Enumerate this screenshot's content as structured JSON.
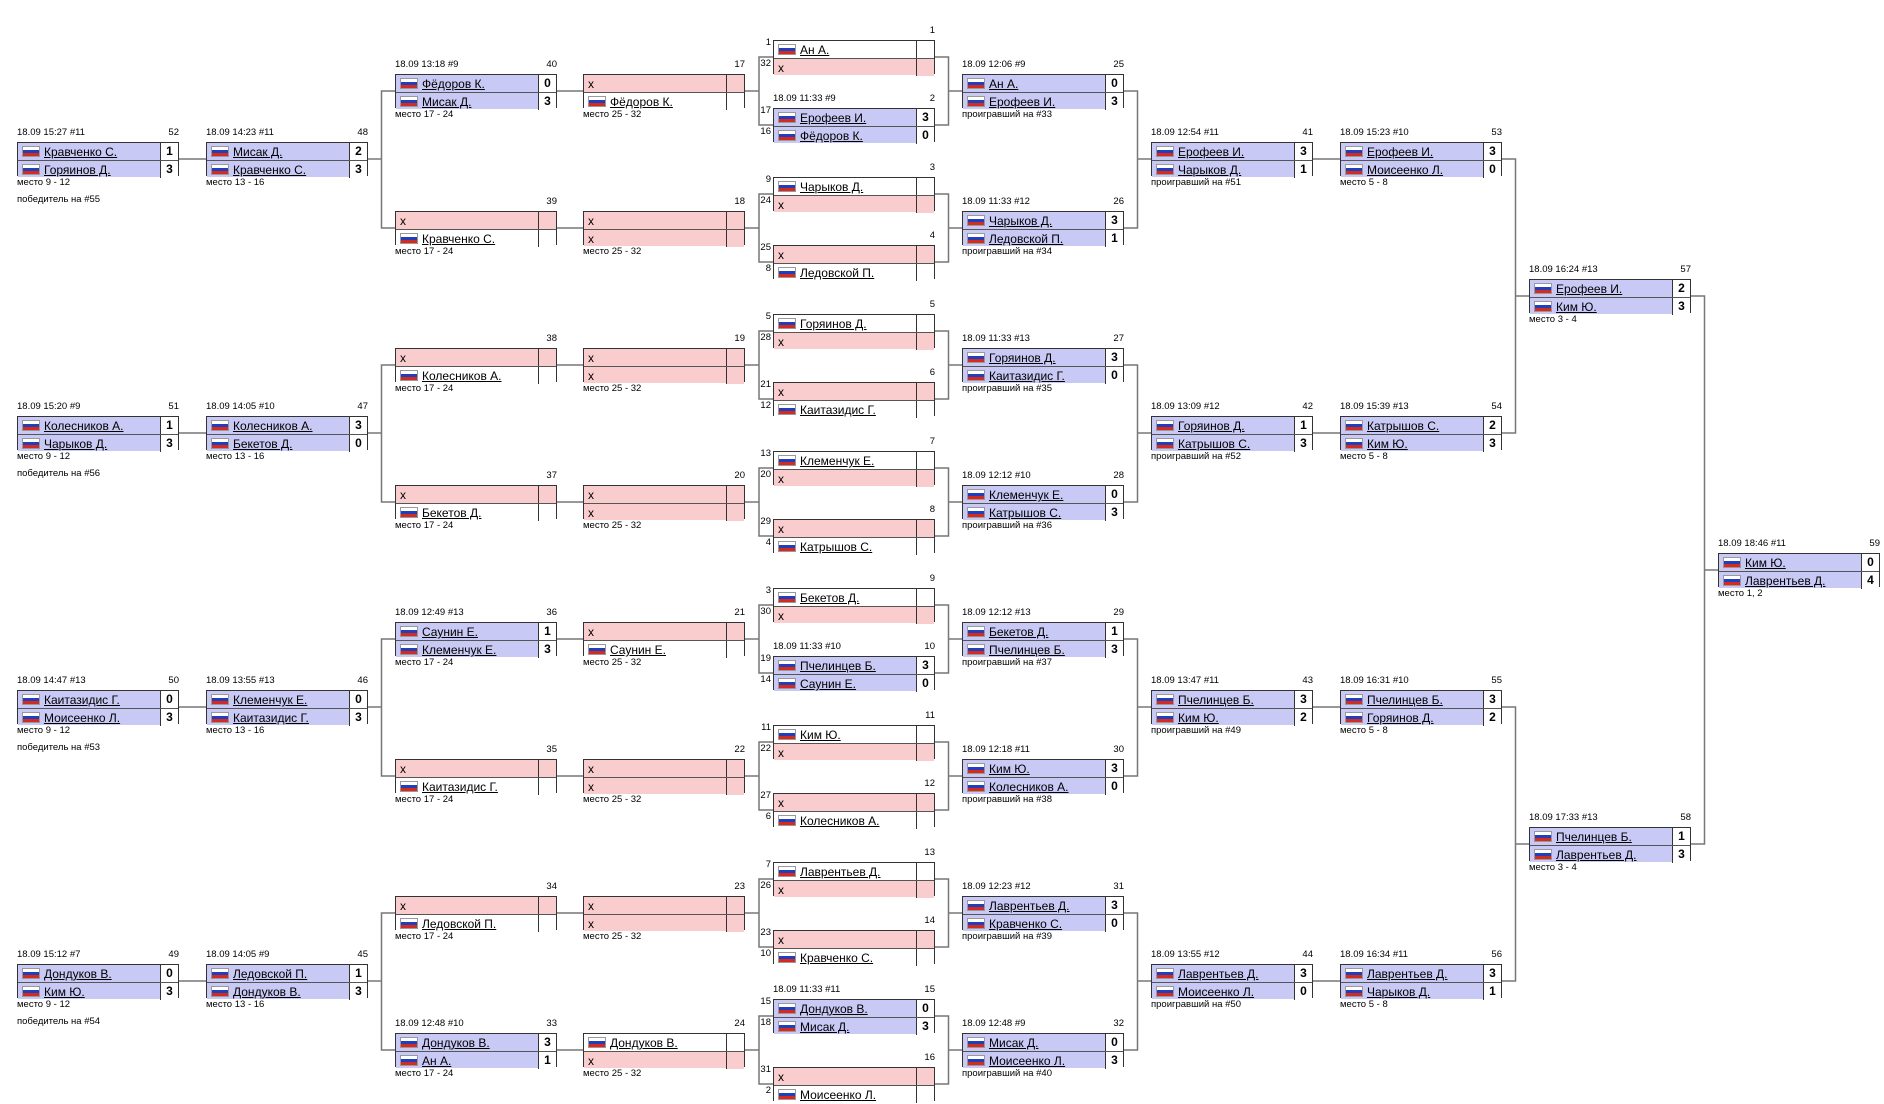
{
  "flag_colors": {
    "top": "#ffffff",
    "middle": "#1f3fbf",
    "bottom": "#d52b1e"
  },
  "colors": {
    "played": "#c9c9f5",
    "bye": "#f9cdcd",
    "line": "#777777"
  },
  "matches": [
    {
      "id": "1",
      "n": "1",
      "p1": "Ан  А.",
      "p2": "х",
      "c1": "white",
      "c2": "pink",
      "s1": "",
      "s2": "",
      "s1no": "1",
      "s2no": "32"
    },
    {
      "id": "2",
      "n": "2",
      "cap": "18.09 11:33 #9",
      "p1": "Ерофеев И.",
      "p2": "Фёдоров К.",
      "c1": "blue",
      "c2": "blue",
      "s1": "3",
      "s2": "0",
      "s1no": "17",
      "s2no": "16"
    },
    {
      "id": "3",
      "n": "3",
      "p1": "Чарыков Д.",
      "p2": "х",
      "c1": "white",
      "c2": "pink",
      "s1": "",
      "s2": "",
      "s1no": "9",
      "s2no": "24"
    },
    {
      "id": "4",
      "n": "4",
      "p1": "х",
      "p2": "Ледовской П.",
      "c1": "pink",
      "c2": "white",
      "s1": "",
      "s2": "",
      "s1no": "25",
      "s2no": "8"
    },
    {
      "id": "5",
      "n": "5",
      "p1": "Горяинов Д.",
      "p2": "х",
      "c1": "white",
      "c2": "pink",
      "s1": "",
      "s2": "",
      "s1no": "5",
      "s2no": "28"
    },
    {
      "id": "6",
      "n": "6",
      "p1": "х",
      "p2": "Каитазидис Г.",
      "c1": "pink",
      "c2": "white",
      "s1": "",
      "s2": "",
      "s1no": "21",
      "s2no": "12"
    },
    {
      "id": "7",
      "n": "7",
      "p1": "Клеменчук Е.",
      "p2": "х",
      "c1": "white",
      "c2": "pink",
      "s1": "",
      "s2": "",
      "s1no": "13",
      "s2no": "20"
    },
    {
      "id": "8",
      "n": "8",
      "p1": "х",
      "p2": "Катрышов С.",
      "c1": "pink",
      "c2": "white",
      "s1": "",
      "s2": "",
      "s1no": "29",
      "s2no": "4"
    },
    {
      "id": "9",
      "n": "9",
      "p1": "Бекетов Д.",
      "p2": "х",
      "c1": "white",
      "c2": "pink",
      "s1": "",
      "s2": "",
      "s1no": "3",
      "s2no": "30"
    },
    {
      "id": "10",
      "n": "10",
      "cap": "18.09 11:33 #10",
      "p1": "Пчелинцев Б.",
      "p2": "Саунин Е.",
      "c1": "blue",
      "c2": "blue",
      "s1": "3",
      "s2": "0",
      "s1no": "19",
      "s2no": "14"
    },
    {
      "id": "11",
      "n": "11",
      "p1": "Ким Ю.",
      "p2": "х",
      "c1": "white",
      "c2": "pink",
      "s1": "",
      "s2": "",
      "s1no": "11",
      "s2no": "22"
    },
    {
      "id": "12",
      "n": "12",
      "p1": "х",
      "p2": "Колесников А.",
      "c1": "pink",
      "c2": "white",
      "s1": "",
      "s2": "",
      "s1no": "27",
      "s2no": "6"
    },
    {
      "id": "13",
      "n": "13",
      "p1": "Лаврентьев Д.",
      "p2": "х",
      "c1": "white",
      "c2": "pink",
      "s1": "",
      "s2": "",
      "s1no": "7",
      "s2no": "26"
    },
    {
      "id": "14",
      "n": "14",
      "p1": "х",
      "p2": "Кравченко С.",
      "c1": "pink",
      "c2": "white",
      "s1": "",
      "s2": "",
      "s1no": "23",
      "s2no": "10"
    },
    {
      "id": "15",
      "n": "15",
      "cap": "18.09 11:33 #11",
      "p1": "Дондуков В.",
      "p2": "Мисак Д.",
      "c1": "blue",
      "c2": "blue",
      "s1": "0",
      "s2": "3",
      "s1no": "15",
      "s2no": "18"
    },
    {
      "id": "16",
      "n": "16",
      "p1": "х",
      "p2": "Моисеенко Л.",
      "c1": "pink",
      "c2": "white",
      "s1": "",
      "s2": "",
      "s1no": "31",
      "s2no": "2"
    },
    {
      "id": "17",
      "n": "17",
      "p1": "х",
      "p2": "Фёдоров К.",
      "c1": "pink",
      "c2": "white",
      "s1": "",
      "s2": "",
      "sub": "место 25 - 32"
    },
    {
      "id": "18",
      "n": "18",
      "p1": "х",
      "p2": "х",
      "c1": "pink",
      "c2": "pink",
      "s1": "",
      "s2": "",
      "sub": "место 25 - 32"
    },
    {
      "id": "19",
      "n": "19",
      "p1": "х",
      "p2": "х",
      "c1": "pink",
      "c2": "pink",
      "s1": "",
      "s2": "",
      "sub": "место 25 - 32"
    },
    {
      "id": "20",
      "n": "20",
      "p1": "х",
      "p2": "х",
      "c1": "pink",
      "c2": "pink",
      "s1": "",
      "s2": "",
      "sub": "место 25 - 32"
    },
    {
      "id": "21",
      "n": "21",
      "p1": "х",
      "p2": "Саунин Е.",
      "c1": "pink",
      "c2": "white",
      "s1": "",
      "s2": "",
      "sub": "место 25 - 32"
    },
    {
      "id": "22",
      "n": "22",
      "p1": "х",
      "p2": "х",
      "c1": "pink",
      "c2": "pink",
      "s1": "",
      "s2": "",
      "sub": "место 25 - 32"
    },
    {
      "id": "23",
      "n": "23",
      "p1": "х",
      "p2": "х",
      "c1": "pink",
      "c2": "pink",
      "s1": "",
      "s2": "",
      "sub": "место 25 - 32"
    },
    {
      "id": "24",
      "n": "24",
      "p1": "Дондуков В.",
      "p2": "х",
      "c1": "white",
      "c2": "pink",
      "s1": "",
      "s2": "",
      "sub": "место 25 - 32"
    },
    {
      "id": "25",
      "n": "25",
      "cap": "18.09 12:06 #9",
      "p1": "Ан  А.",
      "p2": "Ерофеев И.",
      "c1": "blue",
      "c2": "blue",
      "s1": "0",
      "s2": "3",
      "sub": "проигравший на #33"
    },
    {
      "id": "26",
      "n": "26",
      "cap": "18.09 11:33 #12",
      "p1": "Чарыков Д.",
      "p2": "Ледовской П.",
      "c1": "blue",
      "c2": "blue",
      "s1": "3",
      "s2": "1",
      "sub": "проигравший на #34"
    },
    {
      "id": "27",
      "n": "27",
      "cap": "18.09 11:33 #13",
      "p1": "Горяинов Д.",
      "p2": "Каитазидис Г.",
      "c1": "blue",
      "c2": "blue",
      "s1": "3",
      "s2": "0",
      "sub": "проигравший на #35"
    },
    {
      "id": "28",
      "n": "28",
      "cap": "18.09 12:12 #10",
      "p1": "Клеменчук Е.",
      "p2": "Катрышов С.",
      "c1": "blue",
      "c2": "blue",
      "s1": "0",
      "s2": "3",
      "sub": "проигравший на #36"
    },
    {
      "id": "29",
      "n": "29",
      "cap": "18.09 12:12 #13",
      "p1": "Бекетов Д.",
      "p2": "Пчелинцев Б.",
      "c1": "blue",
      "c2": "blue",
      "s1": "1",
      "s2": "3",
      "sub": "проигравший на #37"
    },
    {
      "id": "30",
      "n": "30",
      "cap": "18.09 12:18 #11",
      "p1": "Ким Ю.",
      "p2": "Колесников А.",
      "c1": "blue",
      "c2": "blue",
      "s1": "3",
      "s2": "0",
      "sub": "проигравший на #38"
    },
    {
      "id": "31",
      "n": "31",
      "cap": "18.09 12:23 #12",
      "p1": "Лаврентьев Д.",
      "p2": "Кравченко С.",
      "c1": "blue",
      "c2": "blue",
      "s1": "3",
      "s2": "0",
      "sub": "проигравший на #39"
    },
    {
      "id": "32",
      "n": "32",
      "cap": "18.09 12:48 #9",
      "p1": "Мисак Д.",
      "p2": "Моисеенко Л.",
      "c1": "blue",
      "c2": "blue",
      "s1": "0",
      "s2": "3",
      "sub": "проигравший на #40"
    },
    {
      "id": "33",
      "n": "33",
      "cap": "18.09 12:48 #10",
      "p1": "Дондуков В.",
      "p2": "Ан  А.",
      "c1": "blue",
      "c2": "blue",
      "s1": "3",
      "s2": "1",
      "sub": "место 17 - 24"
    },
    {
      "id": "34",
      "n": "34",
      "p1": "х",
      "p2": "Ледовской П.",
      "c1": "pink",
      "c2": "white",
      "s1": "",
      "s2": "",
      "sub": "место 17 - 24"
    },
    {
      "id": "35",
      "n": "35",
      "p1": "х",
      "p2": "Каитазидис Г.",
      "c1": "pink",
      "c2": "white",
      "s1": "",
      "s2": "",
      "sub": "место 17 - 24"
    },
    {
      "id": "36",
      "n": "36",
      "cap": "18.09 12:49 #13",
      "p1": "Саунин Е.",
      "p2": "Клеменчук Е.",
      "c1": "blue",
      "c2": "blue",
      "s1": "1",
      "s2": "3",
      "sub": "место 17 - 24"
    },
    {
      "id": "37",
      "n": "37",
      "p1": "х",
      "p2": "Бекетов Д.",
      "c1": "pink",
      "c2": "white",
      "s1": "",
      "s2": "",
      "sub": "место 17 - 24"
    },
    {
      "id": "38",
      "n": "38",
      "p1": "х",
      "p2": "Колесников А.",
      "c1": "pink",
      "c2": "white",
      "s1": "",
      "s2": "",
      "sub": "место 17 - 24"
    },
    {
      "id": "39",
      "n": "39",
      "p1": "х",
      "p2": "Кравченко С.",
      "c1": "pink",
      "c2": "white",
      "s1": "",
      "s2": "",
      "sub": "место 17 - 24"
    },
    {
      "id": "40",
      "n": "40",
      "cap": "18.09 13:18 #9",
      "p1": "Фёдоров К.",
      "p2": "Мисак Д.",
      "c1": "blue",
      "c2": "blue",
      "s1": "0",
      "s2": "3",
      "sub": "место 17 - 24"
    },
    {
      "id": "41",
      "n": "41",
      "cap": "18.09 12:54 #11",
      "p1": "Ерофеев И.",
      "p2": "Чарыков Д.",
      "c1": "blue",
      "c2": "blue",
      "s1": "3",
      "s2": "1",
      "sub": "проигравший на #51"
    },
    {
      "id": "42",
      "n": "42",
      "cap": "18.09 13:09 #12",
      "p1": "Горяинов Д.",
      "p2": "Катрышов С.",
      "c1": "blue",
      "c2": "blue",
      "s1": "1",
      "s2": "3",
      "sub": "проигравший на #52"
    },
    {
      "id": "43",
      "n": "43",
      "cap": "18.09 13:47 #11",
      "p1": "Пчелинцев Б.",
      "p2": "Ким Ю.",
      "c1": "blue",
      "c2": "blue",
      "s1": "3",
      "s2": "2",
      "sub": "проигравший на #49"
    },
    {
      "id": "44",
      "n": "44",
      "cap": "18.09 13:55 #12",
      "p1": "Лаврентьев Д.",
      "p2": "Моисеенко Л.",
      "c1": "blue",
      "c2": "blue",
      "s1": "3",
      "s2": "0",
      "sub": "проигравший на #50"
    },
    {
      "id": "45",
      "n": "45",
      "cap": "18.09 14:05 #9",
      "p1": "Ледовской П.",
      "p2": "Дондуков В.",
      "c1": "blue",
      "c2": "blue",
      "s1": "1",
      "s2": "3",
      "sub": "место 13 - 16"
    },
    {
      "id": "46",
      "n": "46",
      "cap": "18.09 13:55 #13",
      "p1": "Клеменчук Е.",
      "p2": "Каитазидис Г.",
      "c1": "blue",
      "c2": "blue",
      "s1": "0",
      "s2": "3",
      "sub": "место 13 - 16"
    },
    {
      "id": "47",
      "n": "47",
      "cap": "18.09 14:05 #10",
      "p1": "Колесников А.",
      "p2": "Бекетов Д.",
      "c1": "blue",
      "c2": "blue",
      "s1": "3",
      "s2": "0",
      "sub": "место 13 - 16"
    },
    {
      "id": "48",
      "n": "48",
      "cap": "18.09 14:23 #11",
      "p1": "Мисак Д.",
      "p2": "Кравченко С.",
      "c1": "blue",
      "c2": "blue",
      "s1": "2",
      "s2": "3",
      "sub": "место 13 - 16"
    },
    {
      "id": "49",
      "n": "49",
      "cap": "18.09 15:12 #7",
      "p1": "Дондуков В.",
      "p2": "Ким Ю.",
      "c1": "blue",
      "c2": "blue",
      "s1": "0",
      "s2": "3",
      "sub": "место 9 - 12",
      "sub2": "победитель на #54"
    },
    {
      "id": "50",
      "n": "50",
      "cap": "18.09 14:47 #13",
      "p1": "Каитазидис Г.",
      "p2": "Моисеенко Л.",
      "c1": "blue",
      "c2": "blue",
      "s1": "0",
      "s2": "3",
      "sub": "место 9 - 12",
      "sub2": "победитель на #53"
    },
    {
      "id": "51",
      "n": "51",
      "cap": "18.09 15:20 #9",
      "p1": "Колесников А.",
      "p2": "Чарыков Д.",
      "c1": "blue",
      "c2": "blue",
      "s1": "1",
      "s2": "3",
      "sub": "место 9 - 12",
      "sub2": "победитель на #56"
    },
    {
      "id": "52",
      "n": "52",
      "cap": "18.09 15:27 #11",
      "p1": "Кравченко С.",
      "p2": "Горяинов Д.",
      "c1": "blue",
      "c2": "blue",
      "s1": "1",
      "s2": "3",
      "sub": "место 9 - 12",
      "sub2": "победитель на #55"
    },
    {
      "id": "53",
      "n": "53",
      "cap": "18.09 15:23 #10",
      "p1": "Ерофеев И.",
      "p2": "Моисеенко Л.",
      "c1": "blue",
      "c2": "blue",
      "s1": "3",
      "s2": "0",
      "sub": "место 5 - 8"
    },
    {
      "id": "54",
      "n": "54",
      "cap": "18.09 15:39 #13",
      "p1": "Катрышов С.",
      "p2": "Ким Ю.",
      "c1": "blue",
      "c2": "blue",
      "s1": "2",
      "s2": "3",
      "sub": "место 5 - 8"
    },
    {
      "id": "55",
      "n": "55",
      "cap": "18.09 16:31 #10",
      "p1": "Пчелинцев Б.",
      "p2": "Горяинов Д.",
      "c1": "blue",
      "c2": "blue",
      "s1": "3",
      "s2": "2",
      "sub": "место 5 - 8"
    },
    {
      "id": "56",
      "n": "56",
      "cap": "18.09 16:34 #11",
      "p1": "Лаврентьев Д.",
      "p2": "Чарыков Д.",
      "c1": "blue",
      "c2": "blue",
      "s1": "3",
      "s2": "1",
      "sub": "место 5 - 8"
    },
    {
      "id": "57",
      "n": "57",
      "cap": "18.09 16:24 #13",
      "p1": "Ерофеев И.",
      "p2": "Ким Ю.",
      "c1": "blue",
      "c2": "blue",
      "s1": "2",
      "s2": "3",
      "sub": "место 3 - 4"
    },
    {
      "id": "58",
      "n": "58",
      "cap": "18.09 17:33 #13",
      "p1": "Пчелинцев Б.",
      "p2": "Лаврентьев Д.",
      "c1": "blue",
      "c2": "blue",
      "s1": "1",
      "s2": "3",
      "sub": "место 3 - 4"
    },
    {
      "id": "59",
      "n": "59",
      "cap": "18.09 18:46 #11",
      "p1": "Ким Ю.",
      "p2": "Лаврентьев Д.",
      "c1": "blue",
      "c2": "blue",
      "s1": "0",
      "s2": "4",
      "sub": "место 1, 2"
    }
  ]
}
